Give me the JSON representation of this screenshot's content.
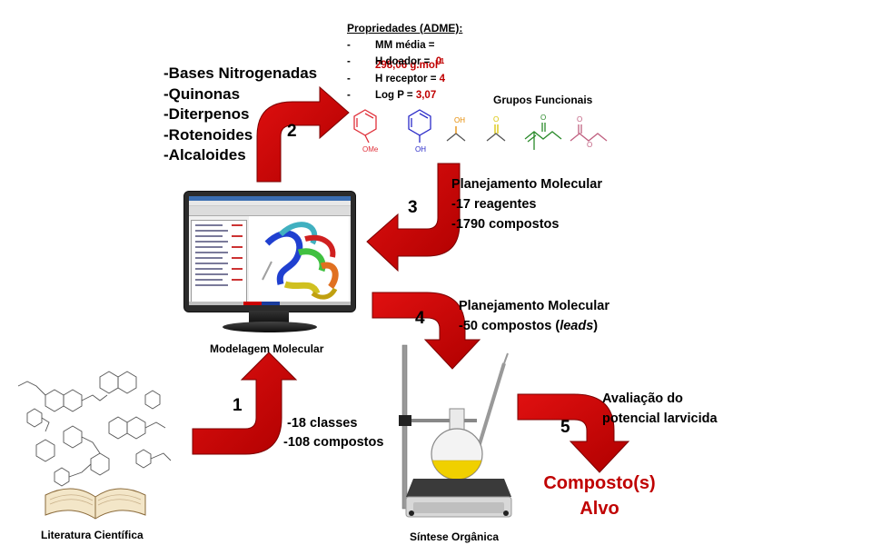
{
  "adme": {
    "title": "Propriedades (ADME):",
    "items": [
      {
        "dash": "-",
        "label": "MM média = ",
        "value": "298,06 g.mol",
        "sup": "-1"
      },
      {
        "dash": "-",
        "label": "H doador =  ",
        "value": "0"
      },
      {
        "dash": "-",
        "label": "H receptor = ",
        "value": "4"
      },
      {
        "dash": "-",
        "label": "Log P = ",
        "value": "3,07"
      }
    ]
  },
  "functional_groups": {
    "title": "Grupos Funcionais",
    "labels": [
      "OMe",
      "OH",
      "OH",
      "O",
      "O",
      "O",
      "O"
    ],
    "colors": [
      "#e0303a",
      "#2a2ac8",
      "#e58a00",
      "#d8c400",
      "#2a8a2a",
      "#c06080"
    ]
  },
  "classes_list": [
    "-Bases Nitrogenadas",
    "-Quinonas",
    "-Diterpenos",
    "-Rotenoides",
    "-Alcaloides"
  ],
  "steps": [
    "1",
    "2",
    "3",
    "4",
    "5"
  ],
  "step1_text": [
    "-18 classes",
    "-108 compostos"
  ],
  "step3_text": [
    "Planejamento Molecular",
    "-17 reagentes",
    "-1790 compostos"
  ],
  "step4_text": {
    "line1": "Planejamento Molecular",
    "line2_prefix": "-50 compostos (",
    "line2_italic": "leads",
    "line2_suffix": ")"
  },
  "step5_text": [
    "Avaliação do",
    "potencial larvicida"
  ],
  "target": {
    "line1": "Composto(s)",
    "line2": "Alvo",
    "color": "#c00000"
  },
  "labels": {
    "modeling": "Modelagem Molecular",
    "literature": "Literatura Científica",
    "synthesis": "Síntese Orgânica"
  },
  "colors": {
    "arrow": "#c00000",
    "arrow_dark": "#8b0000"
  }
}
